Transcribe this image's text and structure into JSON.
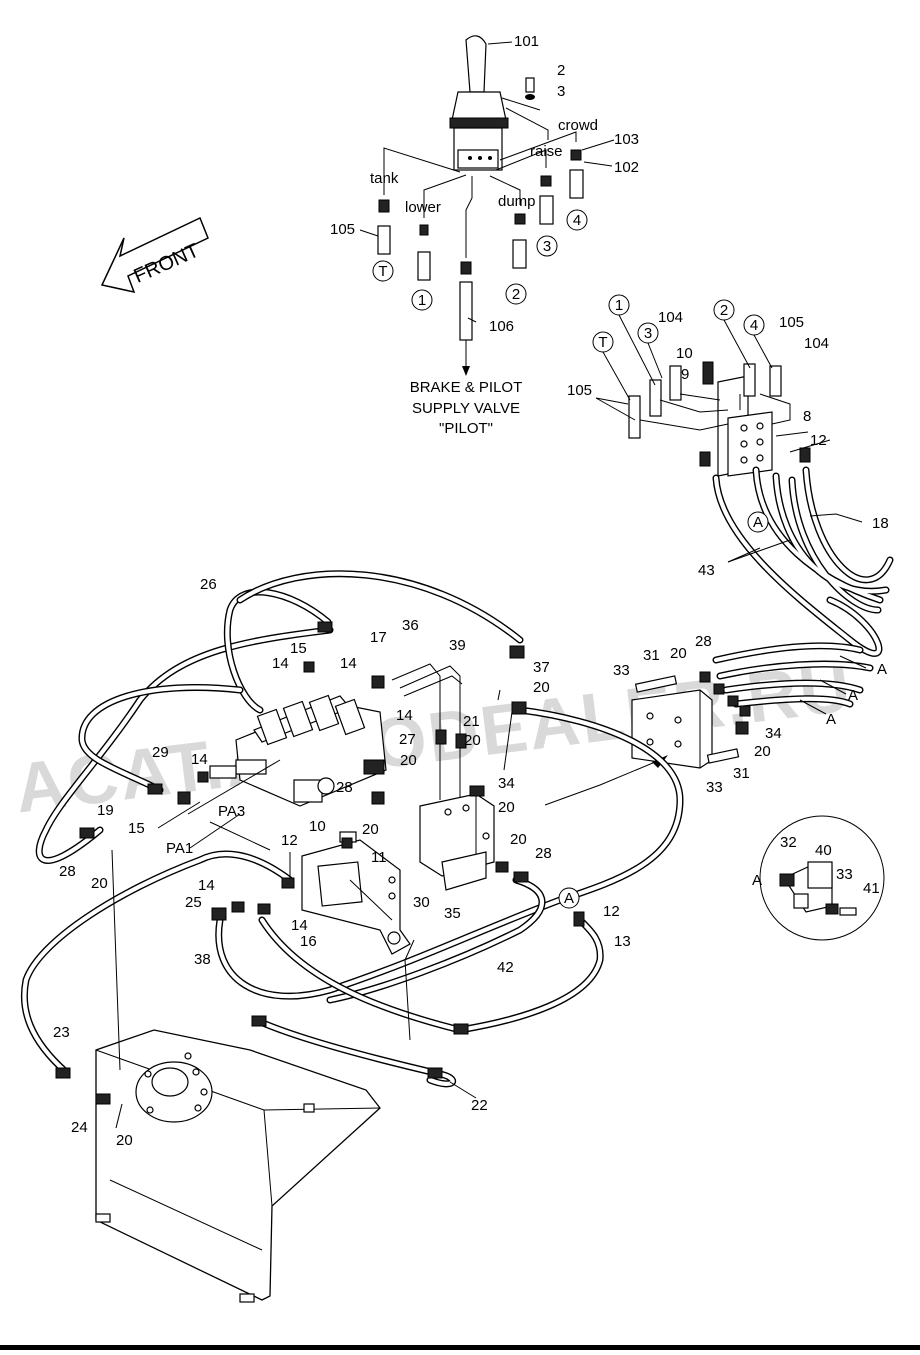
{
  "watermark": "ACAT.AUTODEALER.RU",
  "front_label": "FRONT",
  "supply_note": [
    "BRAKE & PILOT",
    "SUPPLY VALVE",
    "\"PILOT\""
  ],
  "port_labels": {
    "tank": "tank",
    "lower": "lower",
    "dump": "dump",
    "raise": "raise",
    "crowd": "crowd"
  },
  "callouts": [
    "T",
    "1",
    "2",
    "3",
    "4",
    "A"
  ],
  "detail_label": "A",
  "part_numbers": {
    "p101": "101",
    "p2": "2",
    "p3": "3",
    "p103": "103",
    "p102": "102",
    "p105a": "105",
    "p106": "106",
    "p1a": "1",
    "p104a": "104",
    "p2b": "2",
    "p105b": "105",
    "p104b": "104",
    "p10a": "10",
    "p9": "9",
    "p105c": "105",
    "p8": "8",
    "p12a": "12",
    "p18": "18",
    "p43": "43",
    "pA1": "A",
    "pA2": "A",
    "pA3": "A",
    "p26": "26",
    "p36": "36",
    "p15a": "15",
    "p17": "17",
    "p39": "39",
    "p37": "37",
    "p20a": "20",
    "p14a": "14",
    "p14b": "14",
    "p14c": "14",
    "p31a": "31",
    "p20b": "20",
    "p28a": "28",
    "p33a": "33",
    "p21": "21",
    "p27": "27",
    "p20c": "20",
    "p20d": "20",
    "p29": "29",
    "p14d": "14",
    "p34a": "34",
    "p20e": "20",
    "p34b": "34",
    "p20f": "20",
    "p33b": "33",
    "p31b": "31",
    "p19": "19",
    "p15b": "15",
    "pPA3": "PA3",
    "p28b": "28",
    "p20g": "20",
    "p10b": "10",
    "p11": "11",
    "p12b": "12",
    "pPA1": "PA1",
    "p20h": "20",
    "p28c": "28",
    "p28d": "28",
    "p20i": "20",
    "p14e": "14",
    "p25": "25",
    "p14f": "14",
    "p16": "16",
    "p30": "30",
    "p35": "35",
    "p38": "38",
    "p12c": "12",
    "p13": "13",
    "p42": "42",
    "p23": "23",
    "p24": "24",
    "p20j": "20",
    "p22": "22",
    "p32": "32",
    "p40": "40",
    "p33c": "33",
    "p41": "41"
  }
}
